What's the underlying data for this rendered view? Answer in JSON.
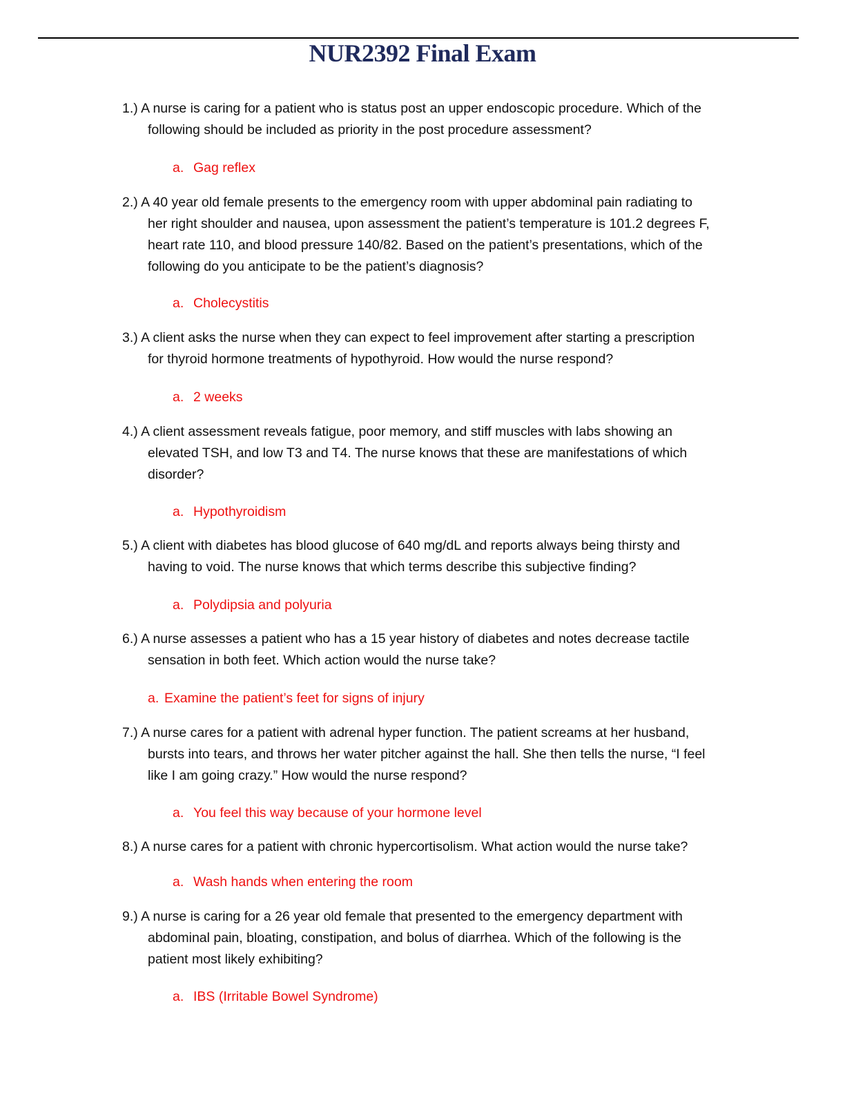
{
  "header": {
    "title": "NUR2392 Final Exam",
    "title_color": "#1f2a5c"
  },
  "answer_color": "#ee1111",
  "questions": [
    {
      "lines": [
        "1.) A nurse is caring for a patient who is status post an upper endoscopic procedure. Which of the",
        "following should be included as priority in the post procedure assessment?"
      ],
      "answer": {
        "letter": "a.",
        "text": "Gag reflex"
      }
    },
    {
      "lines": [
        "2.) A 40 year old female presents to the emergency room with upper abdominal pain radiating to",
        "her right shoulder and nausea, upon assessment the patient’s temperature is 101.2 degrees F,",
        "heart rate 110, and blood pressure 140/82. Based on the patient’s presentations, which of the",
        "following do you anticipate to be the patient’s diagnosis?"
      ],
      "answer": {
        "letter": "a.",
        "text": "Cholecystitis"
      }
    },
    {
      "lines": [
        "3.) A client asks the nurse when they can expect to feel improvement after starting a prescription",
        "for thyroid hormone treatments of hypothyroid. How would the nurse respond?"
      ],
      "answer": {
        "letter": "a.",
        "text": "2 weeks"
      }
    },
    {
      "lines": [
        "4.) A client assessment reveals fatigue, poor memory, and stiff muscles with labs showing an",
        "elevated TSH, and low T3 and T4. The nurse knows that these are manifestations of which",
        "disorder?"
      ],
      "answer": {
        "letter": "a.",
        "text": "Hypothyroidism"
      }
    },
    {
      "lines": [
        "5.) A client with diabetes has blood glucose of 640 mg/dL and reports always being thirsty and",
        "having to void. The nurse knows that which terms describe this subjective finding?"
      ],
      "answer": {
        "letter": "a.",
        "text": "Polydipsia and polyuria"
      }
    },
    {
      "lines": [
        "6.) A nurse assesses a patient who has a 15 year history of diabetes and notes decrease tactile",
        "sensation in both feet. Which action would the nurse take?"
      ],
      "answer": {
        "letter": "a.",
        "text": "Examine the patient’s feet for signs of injury"
      }
    },
    {
      "lines": [
        "7.) A nurse cares for a patient with adrenal hyper function. The patient screams at her husband,",
        "bursts into tears, and throws her water pitcher against the hall. She then tells the nurse, “I feel",
        "like I am going crazy.” How would the nurse respond?"
      ],
      "answer": {
        "letter": "a.",
        "text": "You feel this way because of your hormone level"
      }
    },
    {
      "lines": [
        "8.) A nurse cares for a patient with chronic hypercortisolism. What action would the nurse take?"
      ],
      "answer": {
        "letter": "a.",
        "text": "Wash hands when entering the room"
      }
    },
    {
      "lines": [
        "9.) A nurse is caring for a 26 year old female that presented to the emergency department with",
        "abdominal pain, bloating, constipation, and bolus of diarrhea. Which of the following is the",
        "patient most likely exhibiting?"
      ],
      "answer": {
        "letter": "a.",
        "text": "IBS (Irritable Bowel Syndrome)"
      }
    }
  ]
}
